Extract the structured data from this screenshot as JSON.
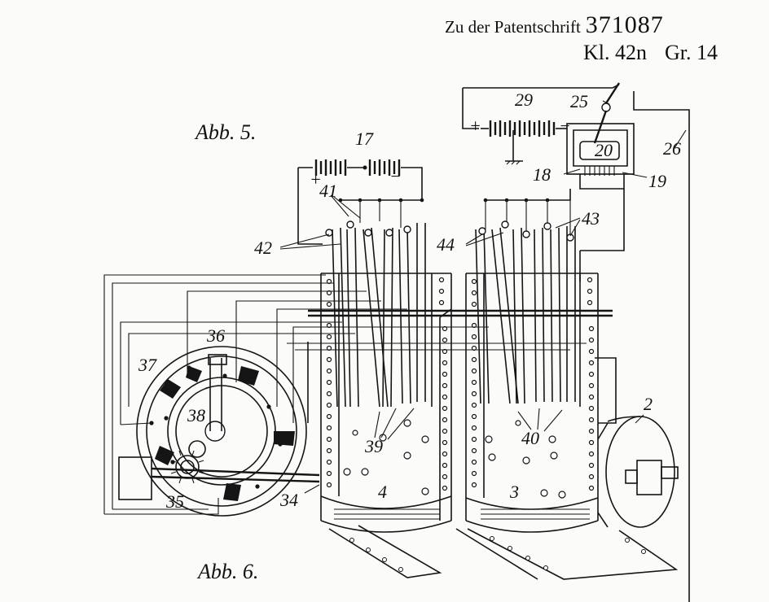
{
  "header": {
    "prefix": "Zu der Patentschrift",
    "patent_number": "371087",
    "class": "Kl. 42n",
    "group": "Gr. 14"
  },
  "figures": {
    "fig5": "Abb. 5.",
    "fig6": "Abb. 6."
  },
  "reference_numerals": {
    "n2": "2",
    "n3": "3",
    "n4": "4",
    "n17": "17",
    "n18": "18",
    "n19": "19",
    "n20": "20",
    "n25": "25",
    "n26": "26",
    "n29": "29",
    "n34": "34",
    "n35": "35",
    "n36": "36",
    "n37": "37",
    "n38": "38",
    "n39": "39",
    "n40": "40",
    "n41": "41",
    "n42": "42",
    "n43": "43",
    "n44": "44"
  },
  "polarity": {
    "plus": "+",
    "minus": "−"
  }
}
